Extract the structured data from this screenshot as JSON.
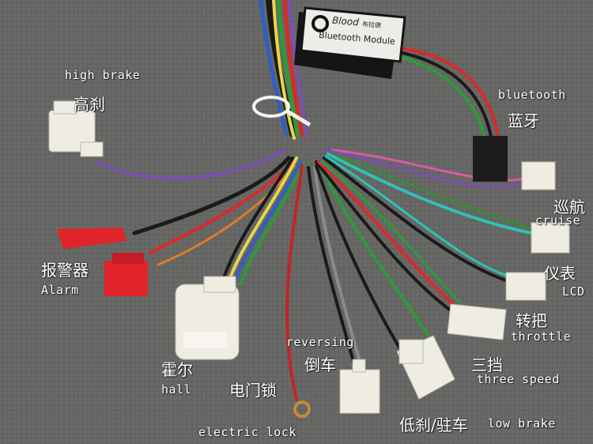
{
  "module": {
    "brand": "Blood",
    "brand_sub": "布拉德",
    "name": "Bluetooth Module"
  },
  "labels": {
    "high_brake_en": "high brake",
    "high_brake_zh": "高刹",
    "bluetooth_en": "bluetooth",
    "bluetooth_zh": "蓝牙",
    "cruise_zh": "巡航",
    "cruise_en": "cruise",
    "alarm_zh": "报警器",
    "alarm_en": "Alarm",
    "lcd_zh": "仪表",
    "lcd_en": "LCD",
    "throttle_zh": "转把",
    "throttle_en": "throttle",
    "reversing_en": "reversing",
    "reversing_zh": "倒车",
    "three_speed_zh": "三挡",
    "three_speed_en": "three speed",
    "hall_zh": "霍尔",
    "hall_en": "hall",
    "electric_lock_zh": "电门锁",
    "electric_lock_en": "electric lock",
    "low_brake_zh": "低刹/驻车",
    "low_brake_en": "low brake"
  },
  "colors": {
    "background": "#6a6a68",
    "connector_white": "#efece2",
    "connector_red": "#e0242a",
    "label_text": "#ffffff"
  },
  "icons": [
    "bluetooth-module-logo"
  ]
}
